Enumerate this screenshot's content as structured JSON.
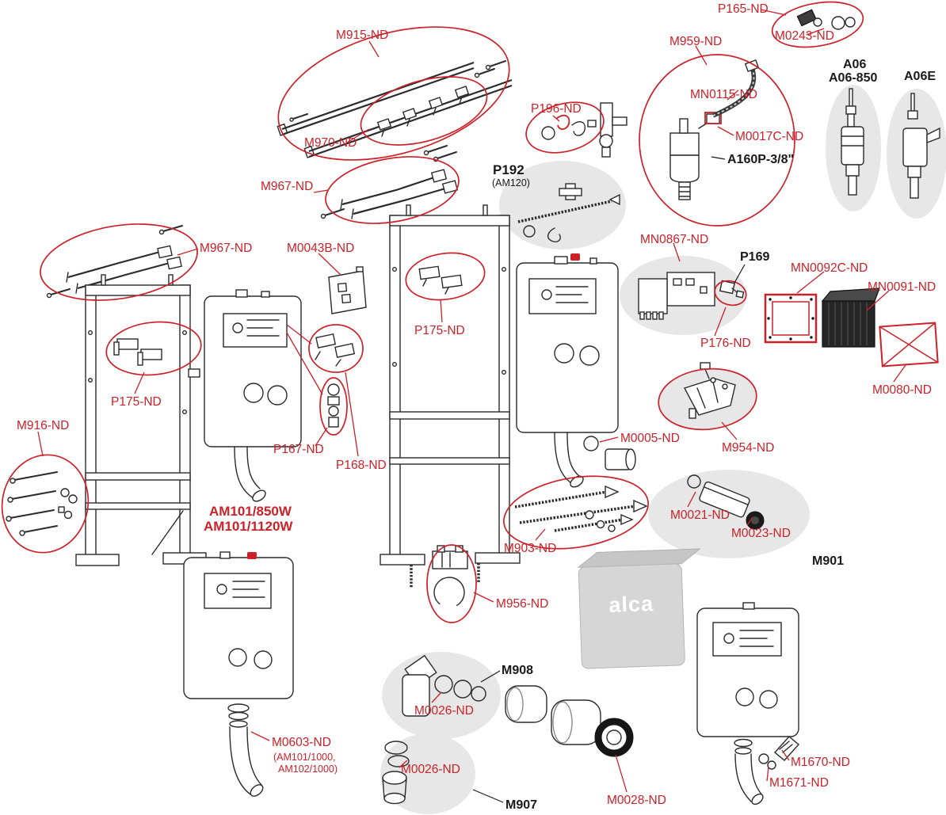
{
  "colors": {
    "accent_red": "#cc2128",
    "line_black": "#2b2b2b",
    "backdrop_gray": "#e7e7e7"
  },
  "brand_box": {
    "logo_text": "alca"
  },
  "labels": {
    "m915": "M915-ND",
    "m970": "M970-ND",
    "m967": "M967-ND",
    "m0043b": "M0043B-ND",
    "p196": "P196-ND",
    "p192": "P192",
    "p192_variant": "(AM120)",
    "m959": "M959-ND",
    "p165": "P165-ND",
    "m0243": "M0243-ND",
    "mn0115": "MN0115-ND",
    "m0017c": "M0017C-ND",
    "a160p": "A160P-3/8\"",
    "a06": "A06",
    "a06_850": "A06-850",
    "a06e": "A06E",
    "mn0867": "MN0867-ND",
    "p169": "P169",
    "mn0092c": "MN0092C-ND",
    "mn0091": "MN0091-ND",
    "p176": "P176-ND",
    "m0080": "M0080-ND",
    "p175": "P175-ND",
    "m916": "M916-ND",
    "p167": "P167-ND",
    "p168": "P168-ND",
    "am101_850w": "AM101/850W",
    "am101_1120w": "AM101/1120W",
    "m0005": "M0005-ND",
    "m954": "M954-ND",
    "m903": "M903-ND",
    "m956": "M956-ND",
    "m0021": "M0021-ND",
    "m0023": "M0023-ND",
    "m901": "M901",
    "m908": "M908",
    "m0026": "M0026-ND",
    "m907": "M907",
    "m0603": "M0603-ND",
    "m0603_variant1": "(AM101/1000,",
    "m0603_variant2": "AM102/1000)",
    "m0028": "M0028-ND",
    "m1670": "M1670-ND",
    "m1671": "M1671-ND"
  }
}
